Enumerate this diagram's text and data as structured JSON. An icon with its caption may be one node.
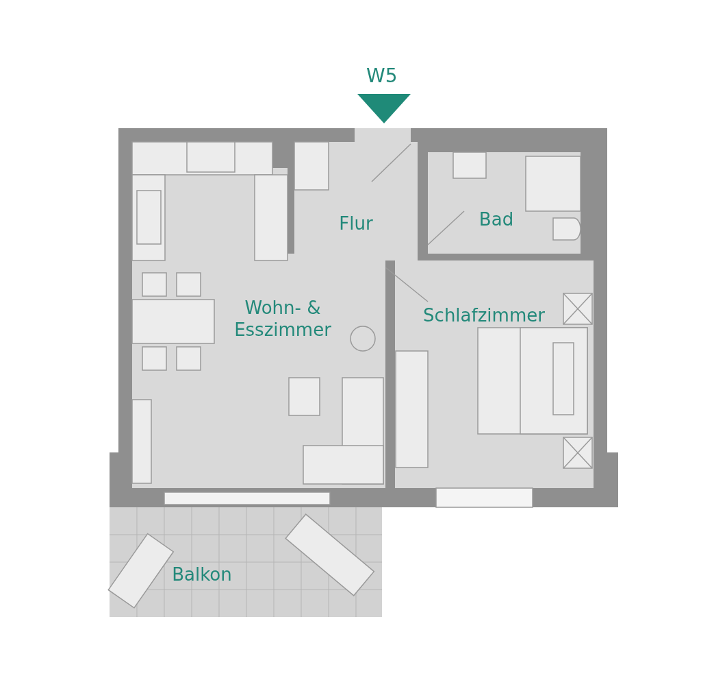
{
  "diagram": {
    "nodes": [
      {
        "text": [
          "Flur"
        ]
      },
      {
        "text": [
          "Bad"
        ]
      },
      {
        "text": [
          "Wohn- & Esszimmer"
        ]
      },
      {
        "text": [
          "Schlafzimmer"
        ]
      },
      {
        "text": [
          "Balkon"
        ]
      }
    ],
    "labels": [
      "W5"
    ]
  }
}
